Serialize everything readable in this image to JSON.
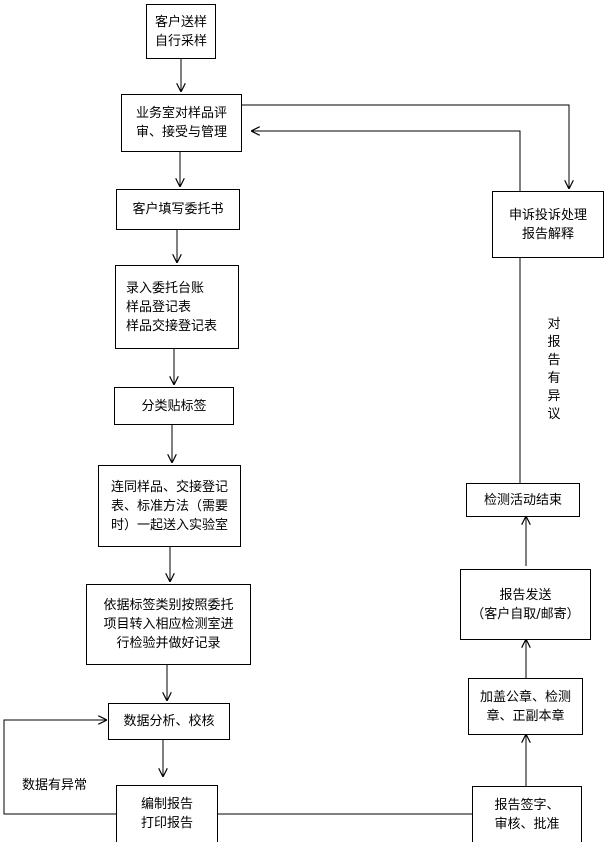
{
  "nodes": {
    "n1": "客户送样\n自行采样",
    "n2": "业务室对样品评\n审、接受与管理",
    "n3": "客户填写委托书",
    "n4": "录入委托台账\n样品登记表\n样品交接登记表",
    "n5": "分类贴标签",
    "n6": "连同样品、交接登记\n表、标准方法（需要\n时）一起送入实验室",
    "n7": "依据标签类别按照委托\n项目转入相应检测室进\n行检验并做好记录",
    "n8": "数据分析、校核",
    "n9": "编制报告\n打印报告",
    "n10": "报告签字、\n审核、批准",
    "n11": "加盖公章、检测\n章、正副本章",
    "n12": "报告发送\n（客户自取/邮寄）",
    "n13": "检测活动结束",
    "n14": "申诉投诉处理\n报告解释"
  },
  "labels": {
    "anomaly": "数据有异常",
    "objection": "对报告有异议"
  },
  "colors": {
    "line": "#000000",
    "box_border": "#000000",
    "background": "#ffffff"
  }
}
